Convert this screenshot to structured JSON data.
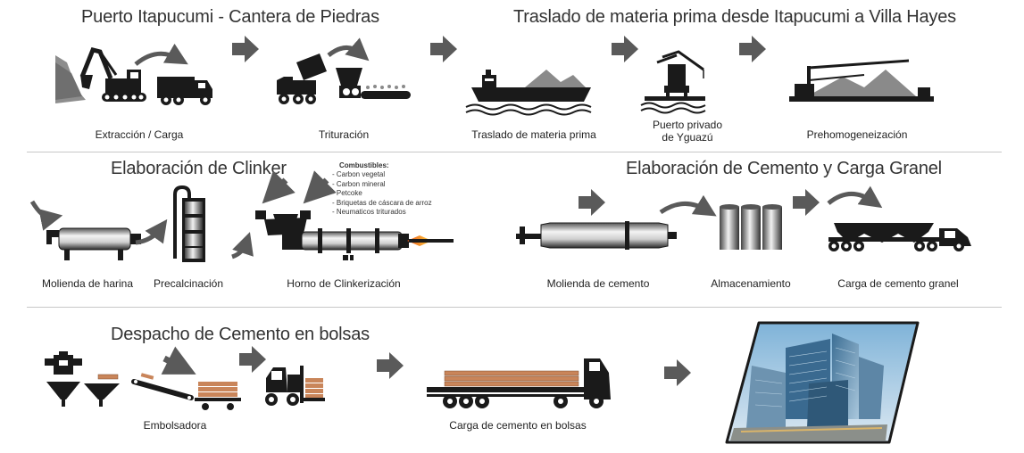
{
  "sections": {
    "quarry": "Puerto Itapucumi - Cantera de Piedras",
    "transport": "Traslado de materia prima desde Itapucumi a Villa Hayes",
    "clinker": "Elaboración de Clinker",
    "cement": "Elaboración de Cemento y Carga Granel",
    "dispatch": "Despacho de Cemento en bolsas"
  },
  "steps": {
    "extraction": "Extracción / Carga",
    "crushing": "Trituración",
    "river_transport": "Traslado de materia prima",
    "port_line1": "Puerto privado",
    "port_line2": "de Yguazú",
    "prehomogenization": "Prehomogeneización",
    "raw_milling": "Molienda de harina",
    "precalcination": "Precalcinación",
    "kiln": "Horno de Clinkerización",
    "cement_milling": "Molienda de cemento",
    "storage": "Almacenamiento",
    "bulk_loading": "Carga de cemento granel",
    "bagging": "Embolsadora",
    "bag_loading": "Carga de cemento en bolsas"
  },
  "fuels": {
    "heading": "Combustibles:",
    "items": [
      "- Carbon vegetal",
      "- Carbon mineral",
      "- Petcoke",
      "- Briquetas de cáscara de arroz",
      "- Neumaticos triturados"
    ]
  },
  "colors": {
    "icon": "#1a1a1a",
    "arrow": "#5a5a5a",
    "divider": "#c8c8c8",
    "flame": "#f07a1a",
    "bags": "#c9855a"
  }
}
